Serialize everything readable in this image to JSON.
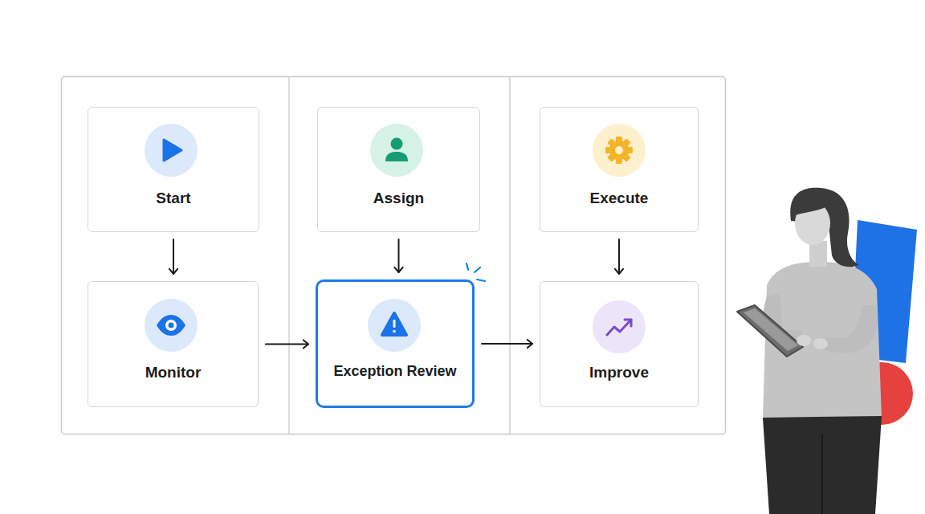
{
  "diagram": {
    "nodes": [
      {
        "text": [
          "Start"
        ]
      },
      {
        "text": [
          "Assign"
        ]
      },
      {
        "text": [
          "Execute"
        ]
      },
      {
        "text": [
          "Monitor"
        ]
      },
      {
        "text": [
          "Exception Review"
        ]
      },
      {
        "text": [
          "Improve"
        ]
      }
    ],
    "edges": [
      {
        "from": 0,
        "to": 3,
        "arrow": "to"
      },
      {
        "from": 1,
        "to": 4,
        "arrow": "to"
      },
      {
        "from": 2,
        "to": 5,
        "arrow": "to"
      },
      {
        "from": 3,
        "to": 4,
        "arrow": "to"
      },
      {
        "from": 4,
        "to": 5,
        "arrow": "to"
      }
    ]
  }
}
